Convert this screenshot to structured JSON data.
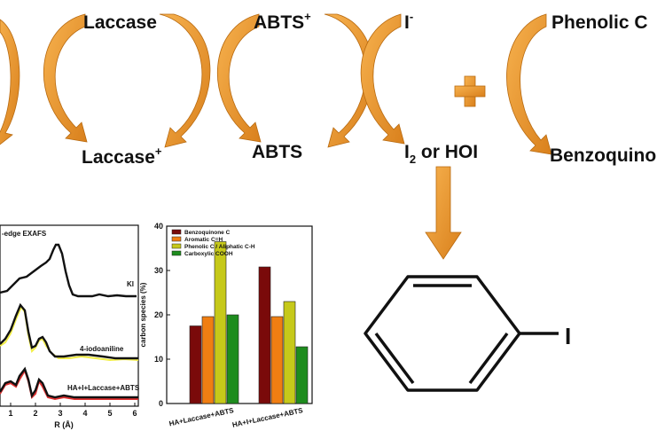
{
  "cycle": {
    "laccase": "Laccase",
    "laccase_ox": "Laccase",
    "abts_ox": "ABTS",
    "abts": "ABTS",
    "iodide": "I",
    "iodine_base": "I",
    "iodine_sub": "2",
    "iodine_rest": " or HOI",
    "phenolic": "Phenolic C",
    "benzoquinone": "Benzoquino",
    "plus_sup": "+",
    "minus_sup": "-"
  },
  "product": {
    "iodo_label": "I"
  },
  "exafs": {
    "title": "-edge EXAFS",
    "traces": [
      "KI",
      "4-iodoaniline",
      "HA+I+Laccase+ABTS"
    ],
    "xlabel": "R (Å)",
    "xticks": [
      "1",
      "2",
      "3",
      "4",
      "5",
      "6"
    ]
  },
  "colors": {
    "arrow_orange": "#E8952F",
    "arrow_dark": "#B86A10",
    "benzoquinone": "#7A0A0A",
    "aromatic": "#F07E12",
    "phenolic": "#C6C91A",
    "carboxylic": "#1E8C1E",
    "fit_red": "#E03030",
    "fit_yellow": "#F2EE48"
  },
  "chart_data": {
    "type": "bar",
    "categories": [
      "HA+Laccase+ABTS",
      "HA+I+Laccase+ABTS"
    ],
    "series": [
      {
        "name": "Benzoquinone C",
        "values": [
          17.5,
          30.8
        ]
      },
      {
        "name": "Aromatic C=H",
        "values": [
          19.6,
          19.6
        ]
      },
      {
        "name": "Phenolic C / Aliphatic C-H",
        "values": [
          36.5,
          23.0
        ]
      },
      {
        "name": "Carboxylic COOH",
        "values": [
          20.0,
          12.8
        ]
      }
    ],
    "ylabel": "carbon species (%)",
    "ylim": [
      0,
      40
    ],
    "yticks": [
      "0",
      "10",
      "20",
      "30",
      "40"
    ],
    "legend": "top-left"
  }
}
